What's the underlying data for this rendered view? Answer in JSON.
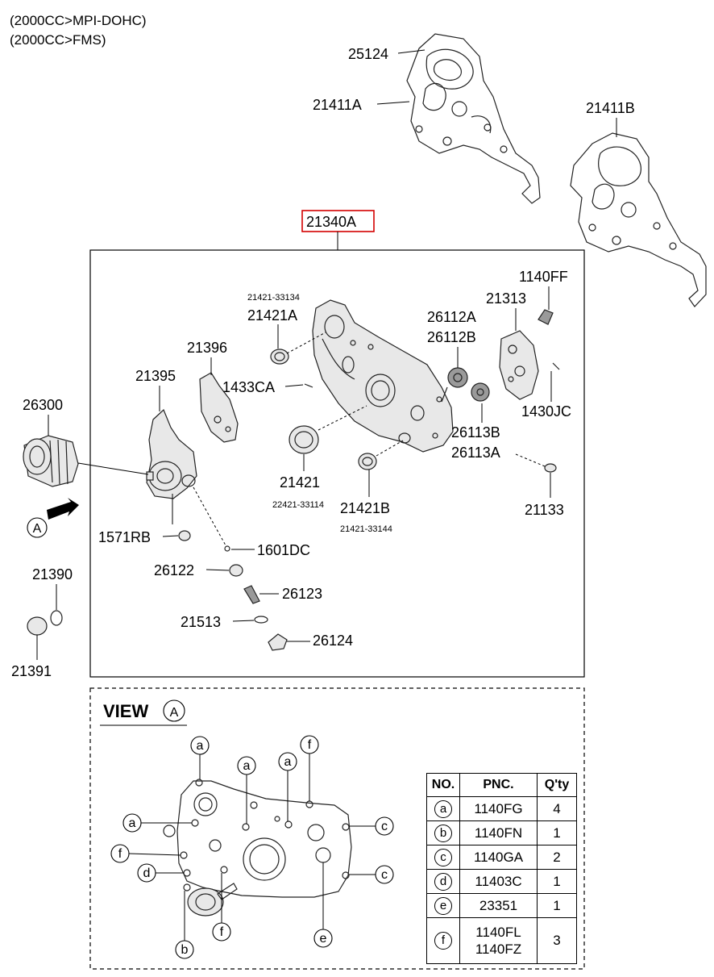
{
  "header": {
    "line1": "(2000CC>MPI-DOHC)",
    "line2": "(2000CC>FMS)"
  },
  "labels": {
    "p25124": "25124",
    "p21411A": "21411A",
    "p21411B": "21411B",
    "p21340A": "21340A",
    "p21421_33134": "21421-33134",
    "p21421A": "21421A",
    "p21396": "21396",
    "p21395": "21395",
    "p1433CA": "1433CA",
    "p26112A": "26112A",
    "p26112B": "26112B",
    "p21313": "21313",
    "p1140FF": "1140FF",
    "p1430JC": "1430JC",
    "p26113B": "26113B",
    "p26113A": "26113A",
    "p26300": "26300",
    "p21421": "21421",
    "p22421_33114": "22421-33114",
    "p21421B": "21421B",
    "p21421_33144": "21421-33144",
    "p21133": "21133",
    "p1571RB": "1571RB",
    "p1601DC": "1601DC",
    "p26122": "26122",
    "p26123": "26123",
    "p21513": "21513",
    "p26124": "26124",
    "p21390": "21390",
    "p21391": "21391",
    "arrowA": "A"
  },
  "view": {
    "title": "VIEW",
    "letter": "A",
    "callouts": {
      "a1": "a",
      "a2": "a",
      "a3": "a",
      "a4": "a",
      "f1": "f",
      "f2": "f",
      "f3": "f",
      "c1": "c",
      "c2": "c",
      "d1": "d",
      "b1": "b",
      "e1": "e"
    }
  },
  "table": {
    "headers": {
      "no": "NO.",
      "pnc": "PNC.",
      "qty": "Q'ty"
    },
    "rows": [
      {
        "no": "a",
        "pnc": "1140FG",
        "qty": "4"
      },
      {
        "no": "b",
        "pnc": "1140FN",
        "qty": "1"
      },
      {
        "no": "c",
        "pnc": "1140GA",
        "qty": "2"
      },
      {
        "no": "d",
        "pnc": "11403C",
        "qty": "1"
      },
      {
        "no": "e",
        "pnc": "23351",
        "qty": "1"
      },
      {
        "no": "f",
        "pnc": "1140FL",
        "pnc2": "1140FZ",
        "qty": "3"
      }
    ]
  },
  "colors": {
    "highlight": "#d40000"
  }
}
